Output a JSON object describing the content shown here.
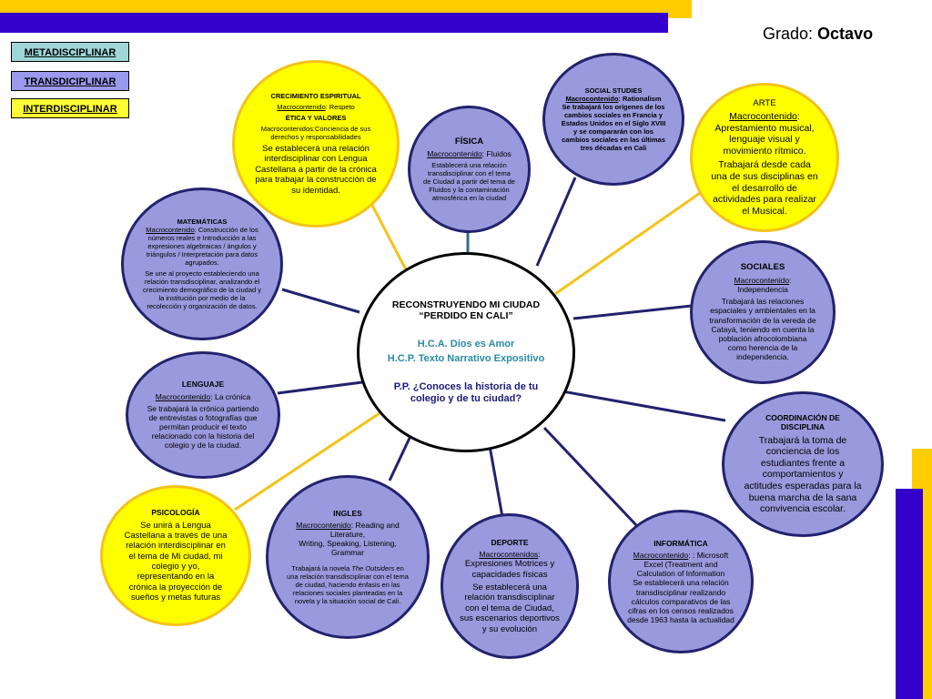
{
  "grade": {
    "label": "Grado:",
    "value": "Octavo"
  },
  "legend": {
    "meta": "METADISCIPLINAR",
    "trans": "TRANSDICIPLINAR",
    "inter": "INTERDISCIPLINAR"
  },
  "center": {
    "title": "RECONSTRUYENDO MI CIUDAD",
    "subtitle": "“PERDIDO EN CALI”",
    "hca": "H.C.A. Dios es Amor",
    "hcp": "H.C.P. Texto Narrativo Expositivo",
    "pp": "P.P. ¿Conoces la historia de tu colegio y de tu ciudad?"
  },
  "crecimiento": {
    "title": "CRECIMIENTO ESPIRITUAL",
    "macro_label": "Macrocontenido",
    "macro_value": ": Respeto",
    "subtitle": "ÉTICA Y VALORES",
    "macro2": "Macrocontenidos:Conciencia de sus derechos y responsabilidades",
    "body": "Se establecerá una relación interdisciplinar con Lengua Castellana a partir de la crónica para trabajar la construcción de su identidad."
  },
  "fisica": {
    "title": "FÍSICA",
    "macro_label": "Macrocontenido",
    "macro_value": ": Fluidos",
    "body": "Establecerá una relación transdisciplinar con el tema de Ciudad a partir del tema de Fluidos y la contaminación atmosférica en la ciudad"
  },
  "social": {
    "title": "SOCIAL STUDIES",
    "macro_label": "Macrocontenido",
    "macro_value": ": Rationalism",
    "body": "Se trabajará los orígenes de los cambios sociales en Francia y Estados Unidos en el Siglo XVIII y se compararán con los cambios sociales en las últimas tres décadas en Cali"
  },
  "arte": {
    "title": "ARTE",
    "macro_label": "Macrocontenido",
    "macro_value": ": Aprestamiento musical, lenguaje visual y movimiento rítmico.",
    "body": "Trabajará desde cada una de sus disciplinas en el desarrollo de actividades para realizar el Musical."
  },
  "matematicas": {
    "title": "MATEMÁTICAS",
    "macro_label": "Macrocontenido",
    "macro_value": ": Construcción de los números reales e Introducción a las expresiones algebraicas / ángulos y triángulos / Interpretación para datos agrupados.",
    "body": "Se une al proyecto estableciendo una relación transdisciplinar, analizando el crecimiento demográfico de la ciudad y la institución por medio de la recolección y organización de datos."
  },
  "sociales": {
    "title": "SOCIALES",
    "macro_label": "Macrocontenido",
    "macro_value": ": Independencia",
    "body": "Trabajará las relaciones espaciales y ambientales en la transformación de la vereda de Catayá, teniendo en cuenta la población afrocolombiana como herencia de la independencia."
  },
  "lenguaje": {
    "title": "LENGUAJE",
    "macro_label": "Macrocontenido",
    "macro_value": ": La crónica",
    "body": "Se trabajará la crónica partiendo de entrevistas o fotografías que permitan producir el texto relacionado con la historia del colegio y de la ciudad."
  },
  "coordinacion": {
    "title": "COORDINACIÓN DE DISCIPLINA",
    "body": "Trabajará la toma de conciencia de los estudiantes frente a comportamientos y actitudes esperadas para la buena marcha de la sana convivencia escolar."
  },
  "psicologia": {
    "title": "PSICOLOGÍA",
    "body": "Se unirá a Lengua Castellana a través de una relación interdisciplinar en el tema de Mi ciudad, mi colegio y yo, representando en la crónica la proyección de sueños y metas futuras"
  },
  "ingles": {
    "title": "INGLES",
    "macro_label": "Macrocontenido",
    "macro_value": ": Reading and Literature,",
    "macro_value2": "Writing, Speaking, Listening, Grammar",
    "body_pre": "Trabajará la novela ",
    "body_italic": "The Outsiders",
    "body_post": " en una relación transdisciplinar con el tema de ciudad, haciendo énfasis en las relaciones sociales planteadas en la novela y la situación social de Cali."
  },
  "deporte": {
    "title": "DEPORTE",
    "macro_label": "Macrocontenidos",
    "macro_value": ":",
    "macro_value2": "Expresiones Motrices y capacidades físicas",
    "body": "Se establecerá una relación transdisciplinar con el tema de Ciudad, sus escenarios deportivos y su evolución"
  },
  "informatica": {
    "title": "INFORMÁTICA",
    "macro_label": "Macrocontenido",
    "macro_value": ": : Microsoft Excel (Treatment and Calculation of Information",
    "body": "Se establecerá una relación transdisciplinar realizando cálculos comparativos de las cifras en los censos realizados desde 1963 hasta la actualidad"
  },
  "colors": {
    "trans": "#9999dd",
    "inter": "#ffff00",
    "meta": "#9fd6d8",
    "bar_blue": "#3300cc",
    "bar_yellow": "#ffcc00"
  }
}
